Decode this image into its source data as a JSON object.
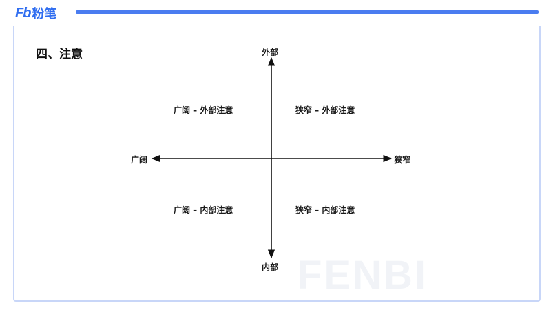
{
  "brand": {
    "mark": "Fb",
    "name": "粉笔"
  },
  "section_title": "四、注意",
  "diagram": {
    "axis_top": "外部",
    "axis_bottom": "内部",
    "axis_left": "广阔",
    "axis_right": "狭窄",
    "q_top_left": "广阔 – 外部注意",
    "q_top_right": "狭窄 – 外部注意",
    "q_bottom_left": "广阔 – 内部注意",
    "q_bottom_right": "狭窄 – 内部注意"
  },
  "watermark": "FENBI"
}
